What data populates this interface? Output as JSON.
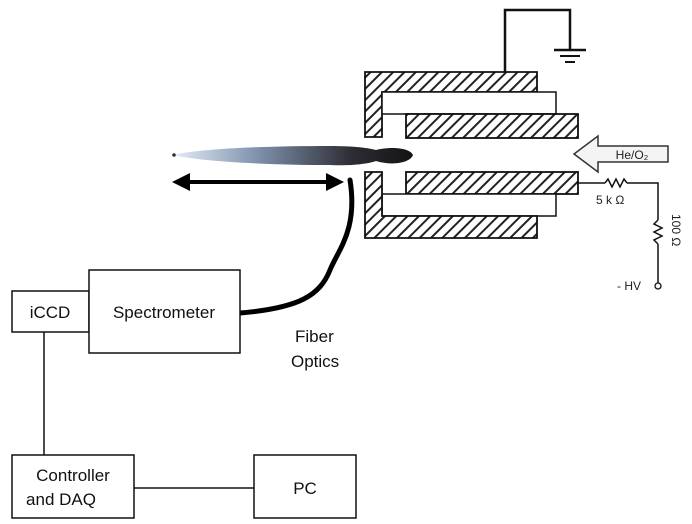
{
  "boxes": {
    "iccd": "iCCD",
    "spectrometer": "Spectrometer",
    "controller_line1": "Controller",
    "controller_line2": "and DAQ",
    "pc": "PC"
  },
  "fiber": {
    "line1": "Fiber",
    "line2": "Optics"
  },
  "gas": {
    "label": "He/O₂"
  },
  "circuit": {
    "resistor_5k": "5 k Ω",
    "resistor_100": "100 Ω",
    "hv": "- HV"
  },
  "colors": {
    "line": "#111111",
    "hatch": "#222222",
    "plume_dark": "#1a1a1a",
    "plume_light": "#d8e6f4"
  }
}
